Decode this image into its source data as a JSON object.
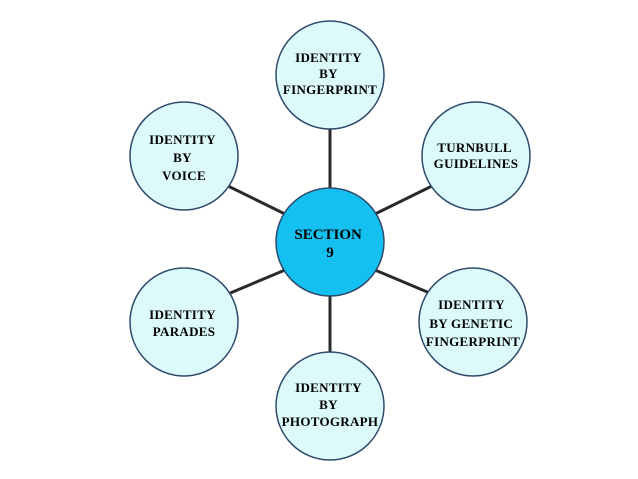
{
  "diagram": {
    "center": {
      "lines": [
        "SECTION",
        "9"
      ]
    },
    "satellites": [
      {
        "key": "fingerprint",
        "lines": [
          "IDENTITY",
          "BY",
          "FINGERPRINT"
        ]
      },
      {
        "key": "turnbull",
        "lines": [
          "TURNBULL",
          "GUIDELINES"
        ]
      },
      {
        "key": "genetic",
        "lines": [
          "IDENTITY",
          "BY GENETIC",
          "FINGERPRINT"
        ]
      },
      {
        "key": "photograph",
        "lines": [
          "IDENTITY",
          "BY",
          "PHOTOGRAPH"
        ]
      },
      {
        "key": "parades",
        "lines": [
          "IDENTITY",
          "PARADES"
        ]
      },
      {
        "key": "voice",
        "lines": [
          "IDENTITY",
          "BY",
          "VOICE"
        ]
      }
    ]
  },
  "colors": {
    "center_fill": "#13C0F0",
    "satellite_fill": "#DDFAFB",
    "outline": "#2E4A6B",
    "connector": "#2A2A2A"
  }
}
